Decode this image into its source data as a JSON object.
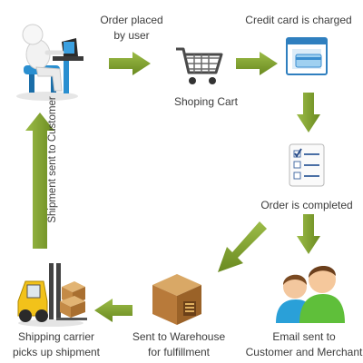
{
  "steps": {
    "order_placed": "Order placed\nby user",
    "credit_card": "Credit card is charged",
    "cart": "Shoping Cart",
    "order_completed": "Order is completed",
    "email": "Email sent to\nCustomer and Merchant",
    "warehouse": "Sent to Warehouse\nfor fulfillment",
    "carrier": "Shipping carrier\npicks up shipment",
    "shipment": "Shipment sent to Customer"
  },
  "colors": {
    "arrow": "#7a9a2a",
    "arrow_light": "#9ab84a"
  },
  "icons": [
    "user-at-laptop-icon",
    "shopping-cart-icon",
    "credit-card-window-icon",
    "checklist-icon",
    "people-icon",
    "warehouse-box-icon",
    "forklift-icon"
  ]
}
